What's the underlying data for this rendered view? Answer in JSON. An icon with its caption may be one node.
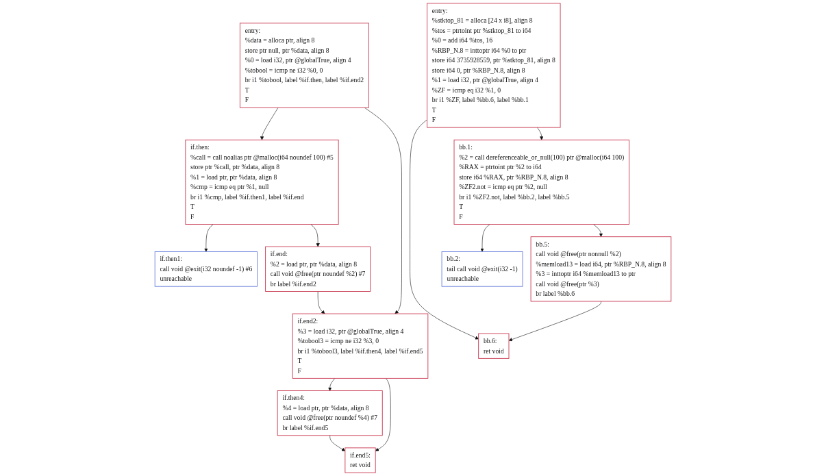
{
  "diagram": {
    "nodes": [
      {
        "text": [
          "entry:",
          "%data = alloca ptr, align 8",
          "store ptr null, ptr %data, align 8",
          "%0 = load i32, ptr @globalTrue, align 4",
          "%tobool = icmp ne i32 %0, 0",
          "br i1 %tobool, label %if.then, label %if.end2",
          "T",
          "F"
        ]
      },
      {
        "text": [
          "if.then:",
          "%call = call noalias ptr @malloc(i64 noundef 100) #5",
          "store ptr %call, ptr %data, align 8",
          "%1 = load ptr, ptr %data, align 8",
          "%cmp = icmp eq ptr %1, null",
          "br i1 %cmp, label %if.then1, label %if.end",
          "T",
          "F"
        ]
      },
      {
        "text": [
          "if.then1:",
          "call void @exit(i32 noundef -1) #6",
          "unreachable"
        ]
      },
      {
        "text": [
          "if.end:",
          "%2 = load ptr, ptr %data, align 8",
          "call void @free(ptr noundef %2) #7",
          "br label %if.end2"
        ]
      },
      {
        "text": [
          "if.end2:",
          "%3 = load i32, ptr @globalTrue, align 4",
          "%tobool3 = icmp ne i32 %3, 0",
          "br i1 %tobool3, label %if.then4, label %if.end5",
          "T",
          "F"
        ]
      },
      {
        "text": [
          "if.then4:",
          "%4 = load ptr, ptr %data, align 8",
          "call void @free(ptr noundef %4) #7",
          "br label %if.end5"
        ]
      },
      {
        "text": [
          "if.end5:",
          "ret void"
        ]
      },
      {
        "text": [
          "entry:",
          "%stktop_81 = alloca [24 x i8], align 8",
          "%tos = ptrtoint ptr %stktop_81 to i64",
          "%0 = add i64 %tos, 16",
          "%RBP_N.8 = inttoptr i64 %0 to ptr",
          "store i64 3735928559, ptr %stktop_81, align 8",
          "store i64 0, ptr %RBP_N.8, align 8",
          "%1 = load i32, ptr @globalTrue, align 4",
          "%ZF = icmp eq i32 %1, 0",
          "br i1 %ZF, label %bb.6, label %bb.1",
          "T",
          "F"
        ]
      },
      {
        "text": [
          "bb.1:",
          "%2 = call dereferenceable_or_null(100) ptr @malloc(i64 100)",
          "%RAX = ptrtoint ptr %2 to i64",
          "store i64 %RAX, ptr %RBP_N.8, align 8",
          "%ZF2.not = icmp eq ptr %2, null",
          "br i1 %ZF2.not, label %bb.2, label %bb.5",
          "T",
          "F"
        ]
      },
      {
        "text": [
          "bb.2:",
          "tail call void @exit(i32 -1)",
          "unreachable"
        ]
      },
      {
        "text": [
          "bb.5:",
          "call void @free(ptr nonnull %2)",
          "%memload13 = load i64, ptr %RBP_N.8, align 8",
          "%3 = inttoptr i64 %memload13 to ptr",
          "call void @free(ptr %3)",
          "br label %bb.6"
        ]
      },
      {
        "text": [
          "bb.6:",
          "ret void"
        ]
      }
    ],
    "edges": [
      {
        "from": 0,
        "to": 1,
        "arrow": "to"
      },
      {
        "from": 0,
        "to": 4,
        "arrow": "to"
      },
      {
        "from": 1,
        "to": 2,
        "arrow": "to"
      },
      {
        "from": 1,
        "to": 3,
        "arrow": "to"
      },
      {
        "from": 3,
        "to": 4,
        "arrow": "to"
      },
      {
        "from": 4,
        "to": 5,
        "arrow": "to"
      },
      {
        "from": 4,
        "to": 6,
        "arrow": "to"
      },
      {
        "from": 5,
        "to": 6,
        "arrow": "to"
      },
      {
        "from": 7,
        "to": 11,
        "arrow": "to"
      },
      {
        "from": 7,
        "to": 8,
        "arrow": "to"
      },
      {
        "from": 8,
        "to": 9,
        "arrow": "to"
      },
      {
        "from": 8,
        "to": 10,
        "arrow": "to"
      },
      {
        "from": 10,
        "to": 11,
        "arrow": "to"
      }
    ]
  }
}
